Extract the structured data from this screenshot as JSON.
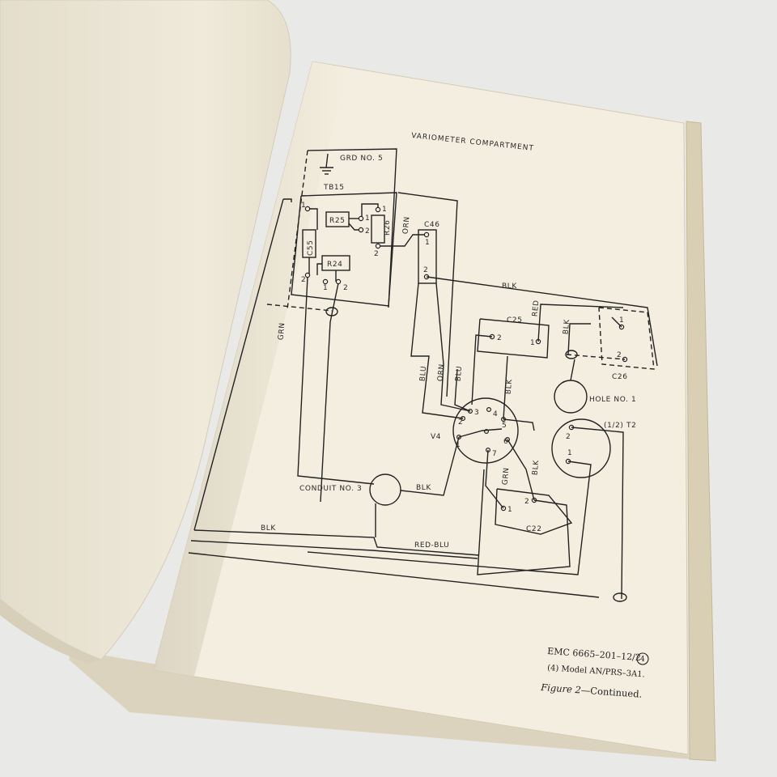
{
  "document": {
    "section_title": "VARIOMETER COMPARTMENT",
    "labels": {
      "grd": "GRD NO. 5",
      "tb": "TB15",
      "r25": "R25",
      "r26": "R26",
      "r24": "R24",
      "c55": "C55",
      "c46": "C46",
      "c25": "C25",
      "c26": "C26",
      "c22": "C22",
      "v4": "V4",
      "t2": "(1/2) T2",
      "hole": "HOLE NO. 1",
      "conduit": "CONDUIT NO. 3"
    },
    "wire_labels": {
      "orn1": "ORN",
      "blk_top": "BLK",
      "red": "RED",
      "blk_c26": "BLK",
      "grn_left": "GRN",
      "blu1": "BLU",
      "orn2": "ORN",
      "blu2": "BLU",
      "blk_v4": "BLK",
      "blk_conduit": "BLK",
      "grn_c22": "GRN",
      "blk_c22": "BLK",
      "blk_bottom": "BLK",
      "red_blu": "RED-BLU"
    },
    "terminal_numbers": {
      "one": "1",
      "two": "2",
      "three": "3",
      "four": "4",
      "five": "5",
      "six": "6",
      "seven": "7"
    },
    "reference": "EMC 6665–201–12/2",
    "reference_badge": "4",
    "model": "(4) Model AN/PRS–3A1.",
    "figure_italic": "Figure 2",
    "figure_rest": "—Continued."
  },
  "colors": {
    "paper": "#f3eedf",
    "left_page": "#efe9db",
    "ink": "#222222",
    "table": "#e9e9e7",
    "spine_edge": "#d9cfb4"
  }
}
